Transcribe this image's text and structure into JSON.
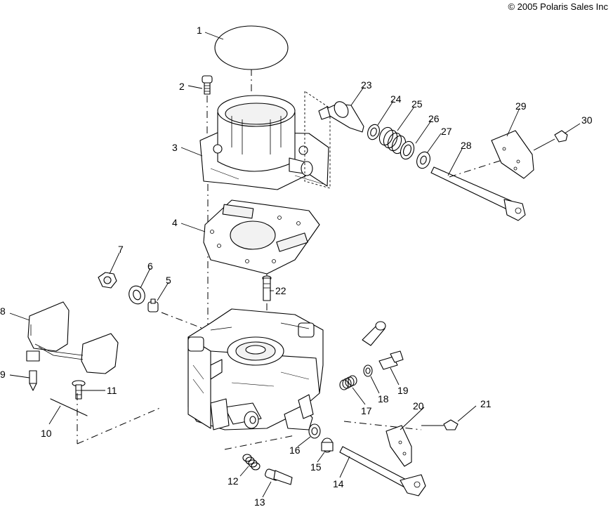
{
  "copyright": "© 2005 Polaris Sales Inc",
  "callouts": [
    "1",
    "2",
    "3",
    "4",
    "5",
    "6",
    "7",
    "8",
    "9",
    "10",
    "11",
    "12",
    "13",
    "14",
    "15",
    "16",
    "17",
    "18",
    "19",
    "20",
    "21",
    "22",
    "23",
    "24",
    "25",
    "26",
    "27",
    "28",
    "29",
    "30"
  ]
}
